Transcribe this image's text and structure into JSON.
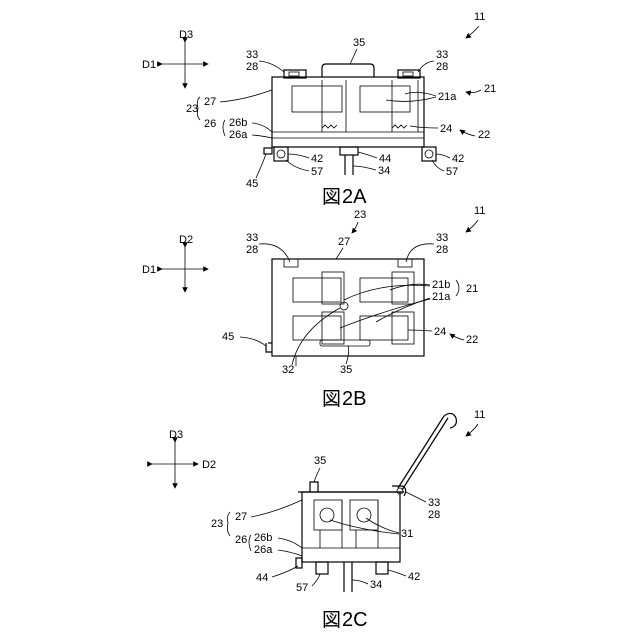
{
  "figures": [
    {
      "caption_kanji": "図",
      "caption_num": "2A",
      "ref": "11",
      "axes": {
        "horizontal": "D1",
        "vertical": "D3"
      },
      "labels": {
        "l33a": "33",
        "l28a": "28",
        "l35": "35",
        "l33b": "33",
        "l28b": "28",
        "l21a": "21a",
        "l21": "21",
        "l23": "23",
        "l27": "27",
        "l26": "26",
        "l26b": "26b",
        "l26a": "26a",
        "l24": "24",
        "l22": "22",
        "l42a": "42",
        "l44": "44",
        "l42b": "42",
        "l45": "45",
        "l57a": "57",
        "l34": "34",
        "l57b": "57"
      }
    },
    {
      "caption_kanji": "図",
      "caption_num": "2B",
      "ref": "11",
      "axes": {
        "horizontal": "D1",
        "vertical": "D2"
      },
      "labels": {
        "l23": "23",
        "l33a": "33",
        "l28a": "28",
        "l27": "27",
        "l33b": "33",
        "l28b": "28",
        "l21b": "21b",
        "l21": "21",
        "l21a": "21a",
        "l45": "45",
        "l24": "24",
        "l22": "22",
        "l32": "32",
        "l35": "35"
      }
    },
    {
      "caption_kanji": "図",
      "caption_num": "2C",
      "ref": "11",
      "axes": {
        "horizontal": "D2",
        "vertical": "D3"
      },
      "labels": {
        "l35": "35",
        "l23": "23",
        "l27": "27",
        "l26": "26",
        "l26b": "26b",
        "l26a": "26a",
        "l33": "33",
        "l28": "28",
        "l31": "31",
        "l44": "44",
        "l57": "57",
        "l34": "34",
        "l42": "42"
      }
    }
  ]
}
